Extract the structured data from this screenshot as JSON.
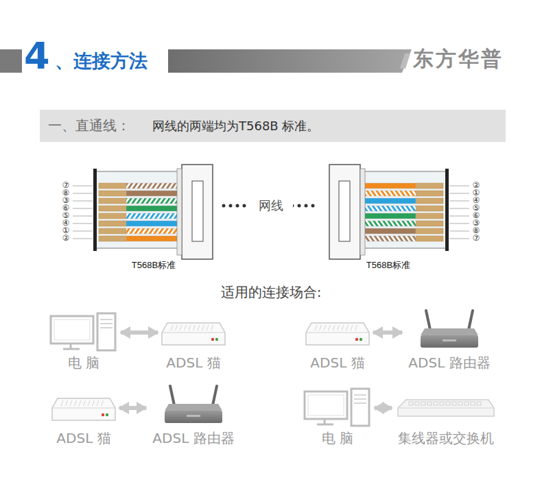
{
  "diagram": {
    "title": "、连接方法",
    "nodes": [
      {
        "text": [
          "一、直通线：",
          "网线的两端均为T568B 标准。"
        ]
      },
      {
        "text": [
          "T568B标准"
        ]
      },
      {
        "text": [
          "T568B标准"
        ]
      },
      {
        "text": [
          "电 脑"
        ]
      },
      {
        "text": [
          "ADSL 猫"
        ]
      },
      {
        "text": [
          "ADSL 猫"
        ]
      },
      {
        "text": [
          "ADSL 路由器"
        ]
      },
      {
        "text": [
          "ADSL 猫"
        ]
      },
      {
        "text": [
          "ADSL 路由器"
        ]
      },
      {
        "text": [
          "电 脑"
        ]
      },
      {
        "text": [
          "集线器或交换机"
        ]
      }
    ],
    "edges": [
      {
        "from": 1,
        "to": 2,
        "label": "网线",
        "arrow": "none"
      },
      {
        "from": 3,
        "to": 4,
        "arrow": "both"
      },
      {
        "from": 5,
        "to": 6,
        "arrow": "both"
      },
      {
        "from": 7,
        "to": 8,
        "arrow": "both"
      },
      {
        "from": 9,
        "to": 10,
        "arrow": "both"
      }
    ],
    "labels": [
      "4",
      "东方华普",
      "⑦",
      "⑧",
      "③",
      "⑥",
      "⑤",
      "④",
      "①",
      "②",
      "②",
      "①",
      "④",
      "⑤",
      "⑥",
      "③",
      "⑧",
      "⑦",
      "适用的连接场合:"
    ]
  }
}
